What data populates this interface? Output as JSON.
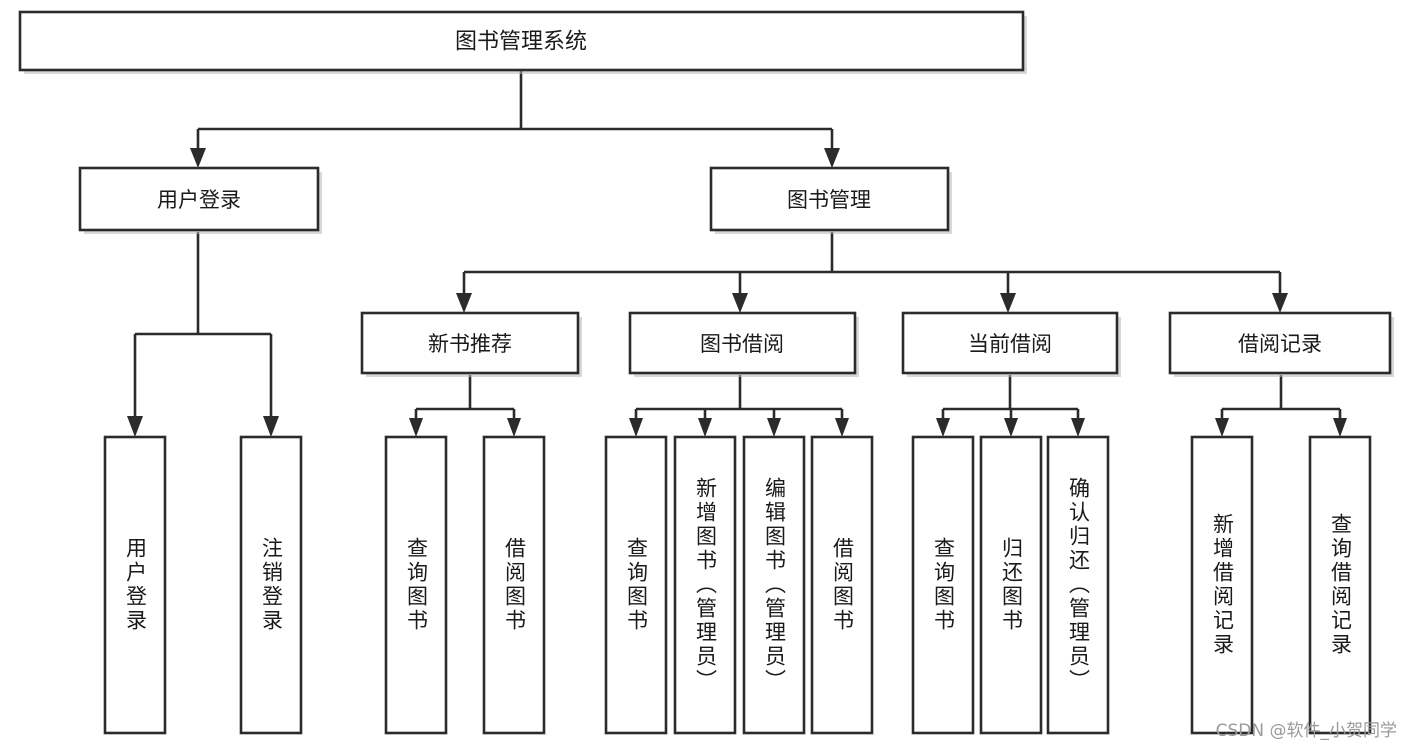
{
  "diagram": {
    "type": "tree",
    "title": "图书管理系统",
    "root": {
      "label": "图书管理系统",
      "level": 0
    },
    "level2": [
      {
        "label": "用户登录"
      },
      {
        "label": "图书管理"
      }
    ],
    "level3": [
      {
        "label": "新书推荐",
        "parent": "图书管理"
      },
      {
        "label": "图书借阅",
        "parent": "图书管理"
      },
      {
        "label": "当前借阅",
        "parent": "图书管理"
      },
      {
        "label": "借阅记录",
        "parent": "图书管理"
      }
    ],
    "leaves": {
      "user_login": [
        {
          "label": "用户登录"
        },
        {
          "label": "注销登录"
        }
      ],
      "new_book_recommend": [
        {
          "label": "查询图书"
        },
        {
          "label": "借阅图书"
        }
      ],
      "book_borrow": [
        {
          "label": "查询图书"
        },
        {
          "label": "新增图书（管理员）"
        },
        {
          "label": "编辑图书（管理员）"
        },
        {
          "label": "借阅图书"
        }
      ],
      "current_borrow": [
        {
          "label": "查询图书"
        },
        {
          "label": "归还图书"
        },
        {
          "label": "确认归还（管理员）"
        }
      ],
      "borrow_record": [
        {
          "label": "新增借阅记录"
        },
        {
          "label": "查询借阅记录"
        }
      ]
    }
  },
  "watermark": {
    "text": "CSDN @软件_小贺同学"
  },
  "colors": {
    "stroke": "#2b2b2b",
    "fill": "#ffffff",
    "text": "#1a1a1a",
    "watermark": "#9a9a9a"
  }
}
